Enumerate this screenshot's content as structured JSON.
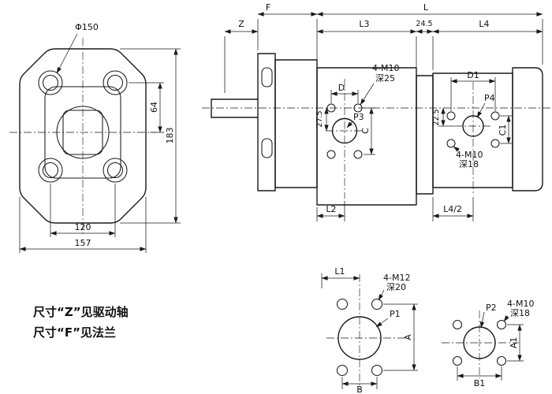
{
  "meta": {
    "background": "#ffffff",
    "ink": "#1a1a1a"
  },
  "notes": {
    "line1": "尺寸“Z”见驱动轴",
    "line2": "尺寸“F”见法兰"
  },
  "front_view": {
    "bolt_circle": "Φ150",
    "dim_center_to_hole": "64",
    "dim_height": "183",
    "dim_hole_spacing": "120",
    "dim_width": "157"
  },
  "side_view": {
    "dim_shaft": "Z",
    "dim_flange": "F",
    "dim_total": "L",
    "dim_l3": "L3",
    "dim_spacer": "24.5",
    "dim_l4": "L4",
    "port1_thread": "4-M10",
    "port1_depth": "深25",
    "dim_d": "D",
    "port1": "P3",
    "dim_offset1": "27.5",
    "dim_c": "C",
    "dim_d1": "D1",
    "port2": "P4",
    "dim_offset2": "22.5",
    "dim_c1": "C1",
    "port2_thread": "4-M10",
    "port2_depth": "深18",
    "dim_l2": "L2",
    "dim_l4_half": "L4/2"
  },
  "bottom_view1": {
    "dim_l1": "L1",
    "thread": "4-M12",
    "depth": "深20",
    "port": "P1",
    "dim_a": "A",
    "dim_b": "B"
  },
  "bottom_view2": {
    "port": "P2",
    "thread": "4-M10",
    "depth": "深18",
    "dim_a1": "A1",
    "dim_b1": "B1"
  }
}
